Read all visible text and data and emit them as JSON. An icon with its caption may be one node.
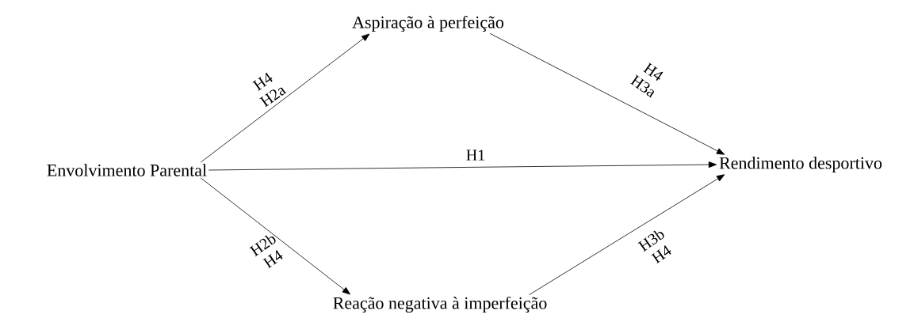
{
  "diagram": {
    "nodes": [
      {
        "text": [
          "Envolvimento Parental"
        ]
      },
      {
        "text": [
          "Aspiração à perfeição"
        ]
      },
      {
        "text": [
          "Rendimento desportivo"
        ]
      },
      {
        "text": [
          "Reação negativa à imperfeição"
        ]
      }
    ],
    "edges": [
      {
        "from": 0,
        "to": 1,
        "arrow": "to",
        "label": "H4 H2a"
      },
      {
        "from": 1,
        "to": 2,
        "arrow": "to",
        "label": "H4 H3a"
      },
      {
        "from": 0,
        "to": 2,
        "arrow": "to",
        "label": "H1"
      },
      {
        "from": 0,
        "to": 3,
        "arrow": "to",
        "label": "H2b H4"
      },
      {
        "from": 3,
        "to": 2,
        "arrow": "to",
        "label": "H3b H4"
      }
    ]
  }
}
